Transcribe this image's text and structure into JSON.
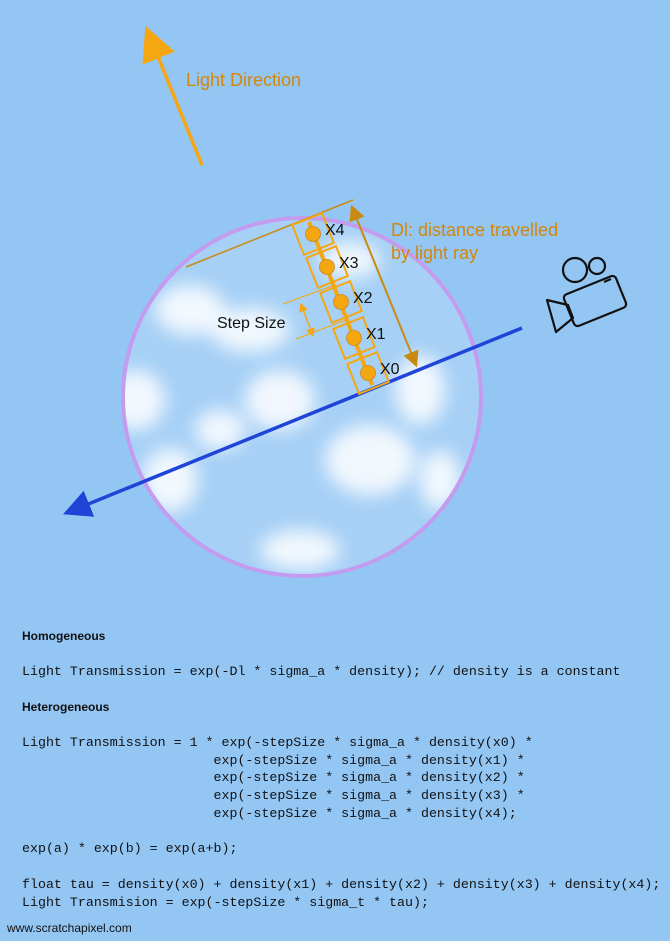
{
  "diagram": {
    "light_direction_label": "Light Direction",
    "dl_label_line1": "Dl: distance travelled",
    "dl_label_line2": "by light ray",
    "step_size_label": "Step Size",
    "sample_labels": [
      "X0",
      "X1",
      "X2",
      "X3",
      "X4"
    ],
    "colors": {
      "background": "#94c6f4",
      "sphere_outline": "#c39cf0",
      "ray": "#1f44d8",
      "light_arrow": "#f5a712",
      "label_orange": "#d4860b",
      "samples": "#f5a712"
    }
  },
  "text": {
    "homogeneous_heading": "Homogeneous",
    "homogeneous_code": "Light Transmission = exp(-Dl * sigma_a * density); // density is a constant",
    "heterogeneous_heading": "Heterogeneous",
    "heterogeneous_code": "Light Transmission = 1 * exp(-stepSize * sigma_a * density(x0) *\n                        exp(-stepSize * sigma_a * density(x1) *\n                        exp(-stepSize * sigma_a * density(x2) *\n                        exp(-stepSize * sigma_a * density(x3) *\n                        exp(-stepSize * sigma_a * density(x4);",
    "identity_code": "exp(a) * exp(b) = exp(a+b);",
    "tau_code": "float tau = density(x0) + density(x1) + density(x2) + density(x3) + density(x4);\nLight Transmision = exp(-stepSize * sigma_t * tau);",
    "footer": "www.scratchapixel.com"
  }
}
